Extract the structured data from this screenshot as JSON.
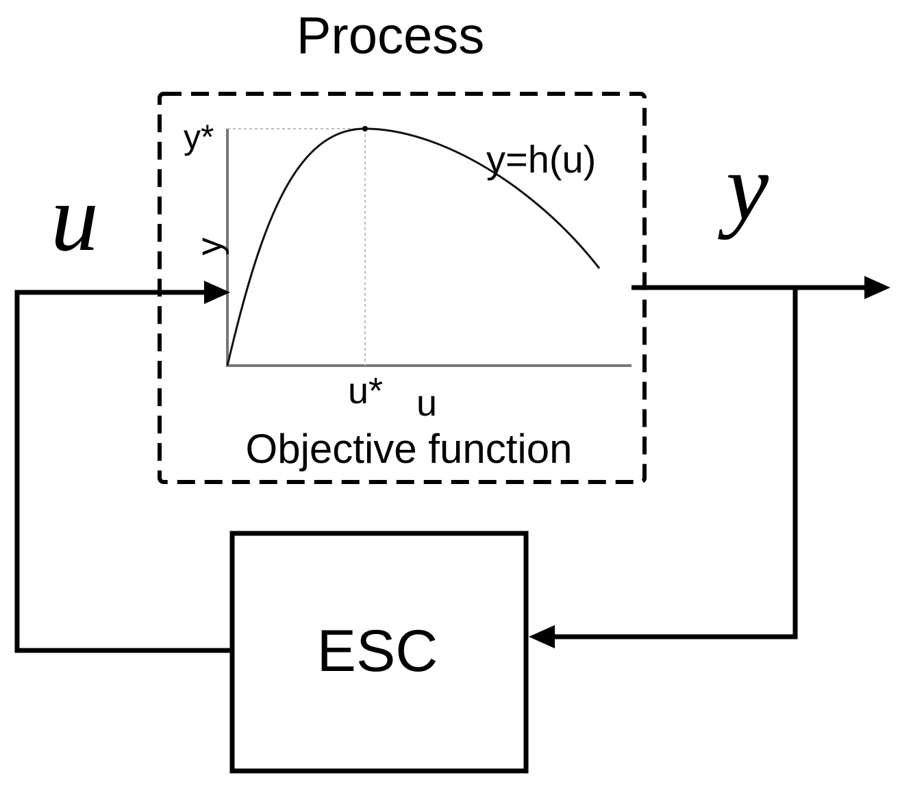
{
  "process": {
    "title": "Process",
    "caption": "Objective function"
  },
  "objective_plot": {
    "y_axis_label": "y",
    "x_axis_label": "u",
    "y_star_label": "y*",
    "u_star_label": "u*",
    "curve_label": "y=h(u)"
  },
  "signals": {
    "input_label": "u",
    "output_label": "y"
  },
  "controller": {
    "label": "ESC"
  }
}
